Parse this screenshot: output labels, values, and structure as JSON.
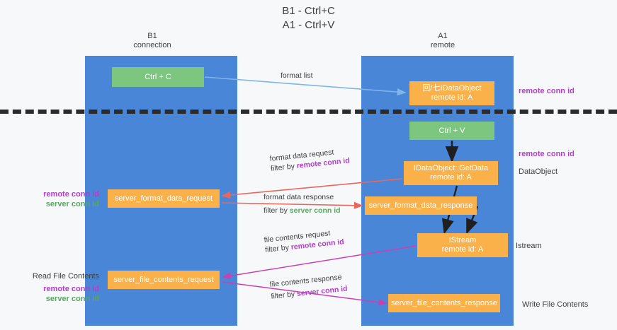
{
  "title": {
    "line1": "B1 - Ctrl+C",
    "line2": "A1 - Ctrl+V"
  },
  "lanes": [
    {
      "id": "b1",
      "name": "B1",
      "role": "connection"
    },
    {
      "id": "a1",
      "name": "A1",
      "role": "remote"
    }
  ],
  "nodes": {
    "ctrl_c": {
      "label": "Ctrl + C",
      "sub": "",
      "color": "#7cc67f"
    },
    "idataobject": {
      "label": "回/七IDataObject",
      "sub": "remote id: A",
      "color": "#fbb14a"
    },
    "ctrl_v": {
      "label": "Ctrl + V",
      "sub": "",
      "color": "#7cc67f"
    },
    "getdata": {
      "label": "IDataObject::GetData",
      "sub": "remote id: A",
      "color": "#fbb14a"
    },
    "format_req": {
      "label": "server_format_data_request",
      "sub": "",
      "color": "#fbb14a"
    },
    "format_resp": {
      "label": "server_format_data_response",
      "sub": "",
      "color": "#fbb14a"
    },
    "istream": {
      "label": "IStream",
      "sub": "remote id: A",
      "color": "#fbb14a"
    },
    "file_req": {
      "label": "server_file_contents_request",
      "sub": "",
      "color": "#fbb14a"
    },
    "file_resp": {
      "label": "server_file_contents_response",
      "sub": "",
      "color": "#fbb14a"
    }
  },
  "edges": {
    "format_list": {
      "line1": "format list",
      "filter_prefix": "",
      "filter_value": ""
    },
    "format_data_req": {
      "line1": "format data request",
      "filter_prefix": "filter by ",
      "filter_value": "remote conn id"
    },
    "format_data_resp": {
      "line1": "format data response",
      "filter_prefix": "filter by ",
      "filter_value": "server conn id"
    },
    "file_contents_req": {
      "line1": "file contents request",
      "filter_prefix": "filter by ",
      "filter_value": "remote conn id"
    },
    "file_contents_resp": {
      "line1": "file contents response",
      "filter_prefix": "filter by ",
      "filter_value": "server conn id"
    }
  },
  "annotations": {
    "right": {
      "remote_conn_id_top": "remote conn id",
      "remote_conn_id_mid": "remote conn id",
      "dataobject": "DataObject",
      "istream": "Istream",
      "write_file_contents": "Write File Contents"
    },
    "left": {
      "remote_conn_id_1": "remote conn id",
      "server_conn_id_1": "server conn id",
      "read_file_contents": "Read File Contents",
      "remote_conn_id_2": "remote conn id",
      "server_conn_id_2": "server conn id"
    }
  },
  "colors": {
    "lane": "#4a86d8",
    "green_node": "#7cc67f",
    "orange_node": "#fbb14a",
    "purple_text": "#b13fc8",
    "green_text": "#5aa564",
    "red_arrow": "#e8685d",
    "magenta_arrow": "#cc3fb0",
    "blue_arrow": "#7eb6e8",
    "black_arrow": "#1f1f1f",
    "background": "#f7f8f9"
  }
}
